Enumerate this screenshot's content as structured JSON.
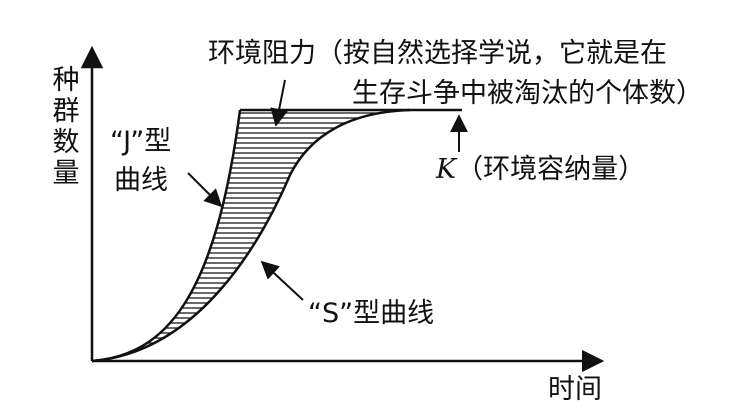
{
  "axes": {
    "y_label_chars": [
      "种",
      "群",
      "数",
      "量"
    ],
    "x_label": "时间"
  },
  "annotations": {
    "resistance_line1": "环境阻力（按自然选择学说，它就是在",
    "resistance_line2": "生存斗争中被淘汰的个体数）",
    "j_curve_line1": "“J”型",
    "j_curve_line2": "曲线",
    "s_curve": "“S”型曲线",
    "k_symbol": "K",
    "k_label": "（环境容纳量）"
  },
  "colors": {
    "ink": "#111111",
    "background": "#ffffff"
  }
}
